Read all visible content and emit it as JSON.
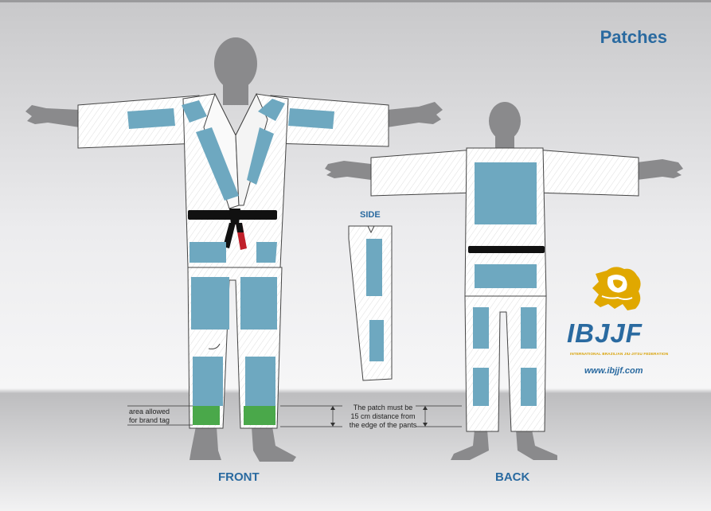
{
  "title": "Patches",
  "labels": {
    "front": "FRONT",
    "back": "BACK",
    "side": "SIDE"
  },
  "notes": {
    "brand_tag_line1": "area allowed",
    "brand_tag_line2": "for brand tag",
    "distance_line1": "The patch must be",
    "distance_line2": "15 cm distance from",
    "distance_line3": "the edge of the pants"
  },
  "logo": {
    "name": "IBJJF",
    "federation": "INTERNATIONAL BRAZILIAN JIU-JITSU FEDERATION",
    "url": "www.ibjjf.com",
    "icon": "lion-icon"
  },
  "colors": {
    "patch": "#6ea8c0",
    "brand_tag": "#4aa84a",
    "gi": "#ffffff",
    "body": "#8a8a8c",
    "belt": "#111111",
    "belt_tip": "#c0202a",
    "heading": "#2a6aa0",
    "logo_gold": "#e0a800"
  }
}
